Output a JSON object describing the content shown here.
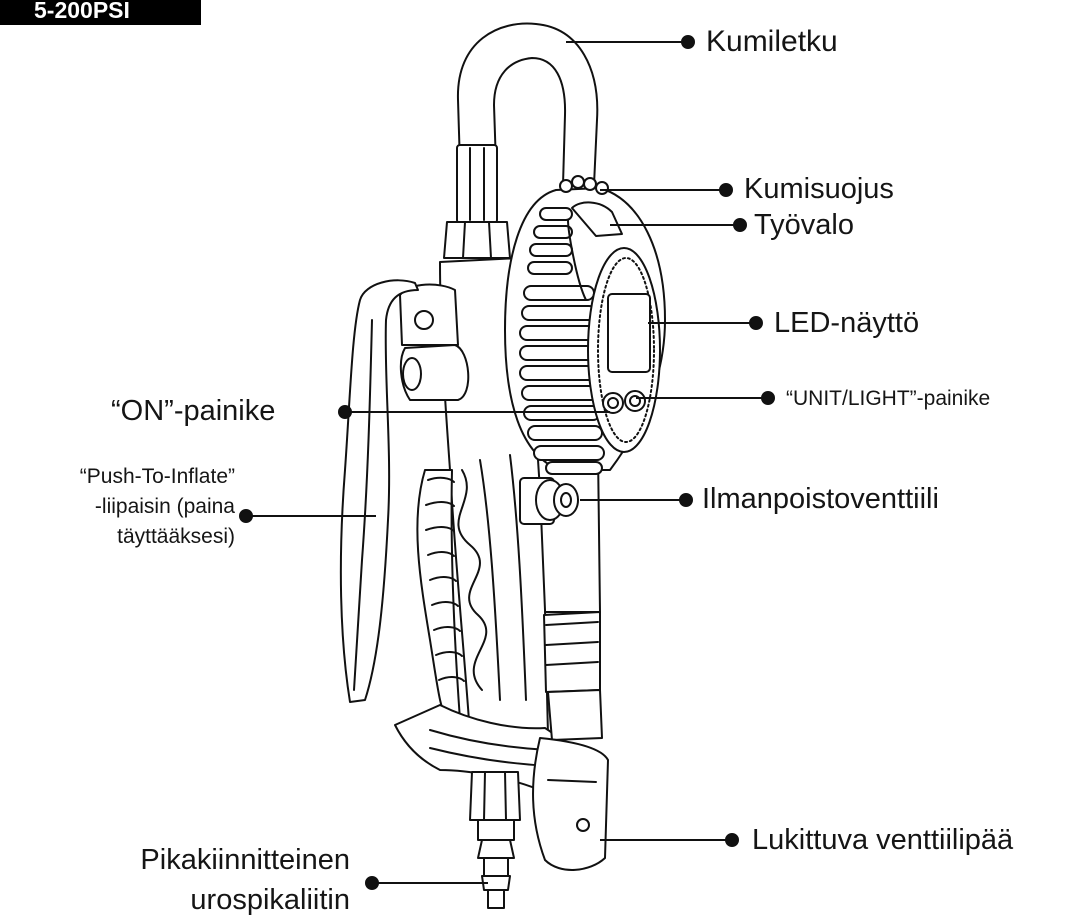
{
  "badge": {
    "text": "5-200PSI"
  },
  "callouts": {
    "hose": "Kumiletku",
    "rubber_guard": "Kumisuojus",
    "work_light": "Työvalo",
    "led_display": "LED-näyttö",
    "on_button": "“ON”-painike",
    "unit_light_button": "“UNIT/LIGHT”-painike",
    "bleed_valve": "Ilmanpoistoventtiili",
    "trigger": [
      "“Push-To-Inflate”",
      "-liipaisin (paina",
      "täyttääksesi)"
    ],
    "lock_chuck": "Lukittuva venttiilipää",
    "coupler": [
      "Pikakiinnitteinen",
      "urospikaliitin"
    ]
  },
  "colors": {
    "ink": "#111111",
    "background": "#ffffff",
    "badge": "#000000"
  }
}
